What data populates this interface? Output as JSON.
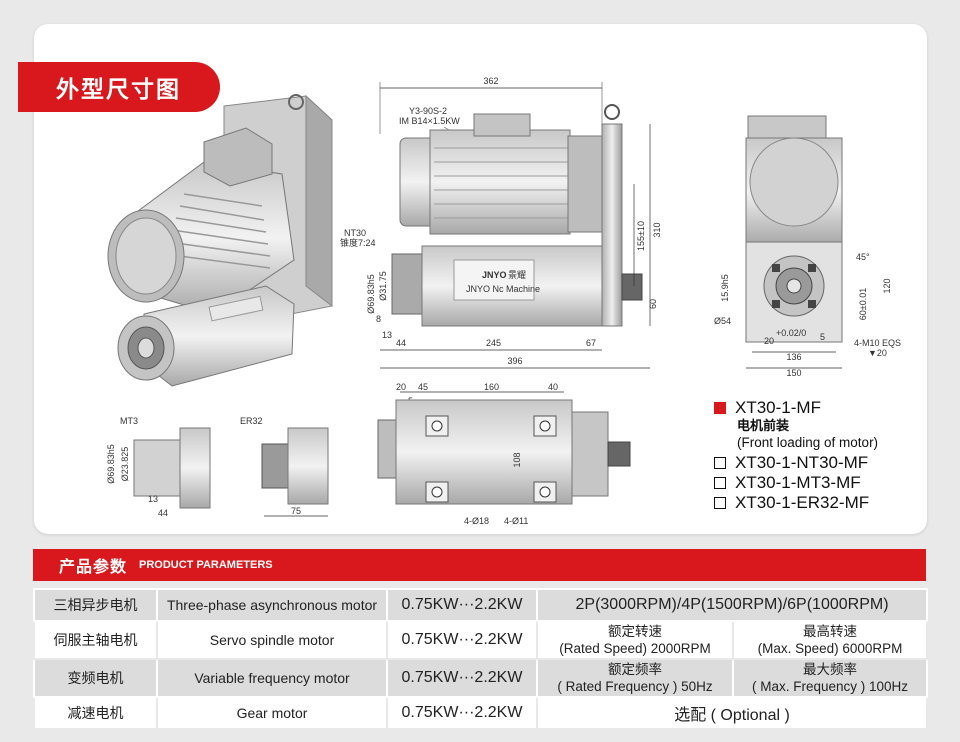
{
  "section_title": "外型尺寸图",
  "params_header": {
    "cn": "产品参数",
    "en": "PRODUCT PARAMETERS"
  },
  "legend": {
    "items": [
      {
        "label": "XT30-1-MF",
        "checked": true
      },
      {
        "label": "XT30-1-NT30-MF",
        "checked": false
      },
      {
        "label": "XT30-1-MT3-MF",
        "checked": false
      },
      {
        "label": "XT30-1-ER32-MF",
        "checked": false
      }
    ],
    "first_sub_cn": "电机前装",
    "first_sub_en": "(Front loading of motor)"
  },
  "drawing": {
    "motor_label_line1": "Y3-90S-2",
    "motor_label_line2": "IM B14×1.5KW",
    "brand": "JNYO",
    "brand_cn": "景耀",
    "brand_line2": "JNYO Nc Machine",
    "nt30_label_line1": "NT30",
    "nt30_label_line2": "锥度7:24",
    "mt3_label": "MT3",
    "er32_label": "ER32",
    "dims_side": {
      "top_width": "362",
      "height": "310",
      "h155": "155±10",
      "h60": "60",
      "d69": "Ø69.83h5",
      "d31": "Ø31.75",
      "l8": "8",
      "l13": "13",
      "l44": "44",
      "l245": "245",
      "l67": "67",
      "l396": "396"
    },
    "dims_front": {
      "h15": "15.9h5",
      "d54": "Ø54",
      "angle": "45°",
      "h120": "120",
      "h60": "60±0.01",
      "w20": "20",
      "tol20": "+0.02/0",
      "r5": "5",
      "w136": "136",
      "w150": "150",
      "thread": "4-M10 EQS",
      "depth": "▼20"
    },
    "dims_plan": {
      "d20": "20",
      "d45": "45",
      "d160": "160",
      "d40": "40",
      "d5": "5",
      "d108": "108",
      "holes18": "4-Ø18",
      "holes11": "4-Ø11"
    },
    "dims_mt3": {
      "d69": "Ø69.83h5",
      "d23": "Ø23.825",
      "l13": "13",
      "l44": "44"
    },
    "dims_er32": {
      "l75": "75"
    }
  },
  "params_rows": [
    {
      "cn": "三相异步电机",
      "en": "Three-phase asynchronous motor",
      "power": "0.75KW···2.2KW",
      "single": "2P(3000RPM)/4P(1500RPM)/6P(1000RPM)"
    },
    {
      "cn": "伺服主轴电机",
      "en": "Servo spindle motor",
      "power": "0.75KW···2.2KW",
      "a1": "额定转速",
      "a2": "(Rated Speed) 2000RPM",
      "b1": "最高转速",
      "b2": "(Max. Speed) 6000RPM"
    },
    {
      "cn": "变频电机",
      "en": "Variable frequency motor",
      "power": "0.75KW···2.2KW",
      "a1": "额定频率",
      "a2": "( Rated Frequency ) 50Hz",
      "b1": "最大频率",
      "b2": "( Max. Frequency ) 100Hz"
    },
    {
      "cn": "减速电机",
      "en": "Gear motor",
      "power": "0.75KW···2.2KW",
      "single": "选配 ( Optional )"
    }
  ]
}
